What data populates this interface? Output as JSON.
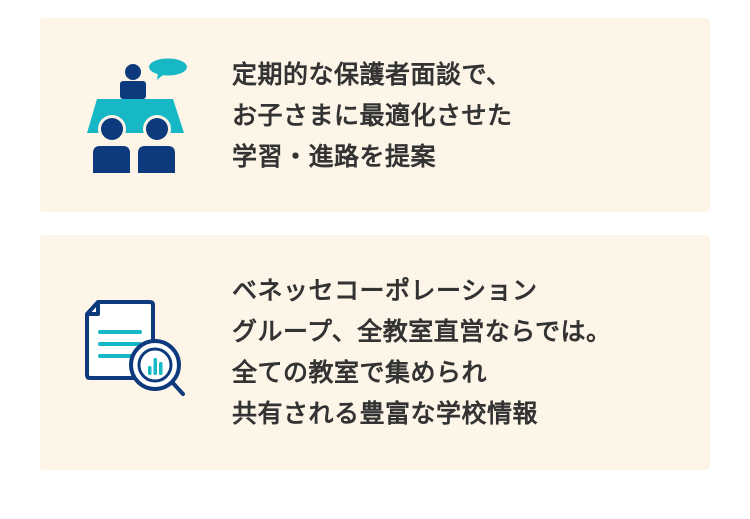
{
  "cards": [
    {
      "icon": "meeting-icon",
      "lines": [
        "定期的な保護者面談で、",
        "お子さまに最適化させた",
        "学習・進路を提案"
      ]
    },
    {
      "icon": "document-analysis-icon",
      "lines": [
        "ベネッセコーポレーション",
        "グループ、全教室直営ならでは。",
        "全ての教室で集められ",
        "共有される豊富な学校情報"
      ]
    }
  ],
  "colors": {
    "navy": "#0d3a7d",
    "teal": "#16b8c6",
    "card": "#fdf5e8",
    "text": "#333333"
  }
}
